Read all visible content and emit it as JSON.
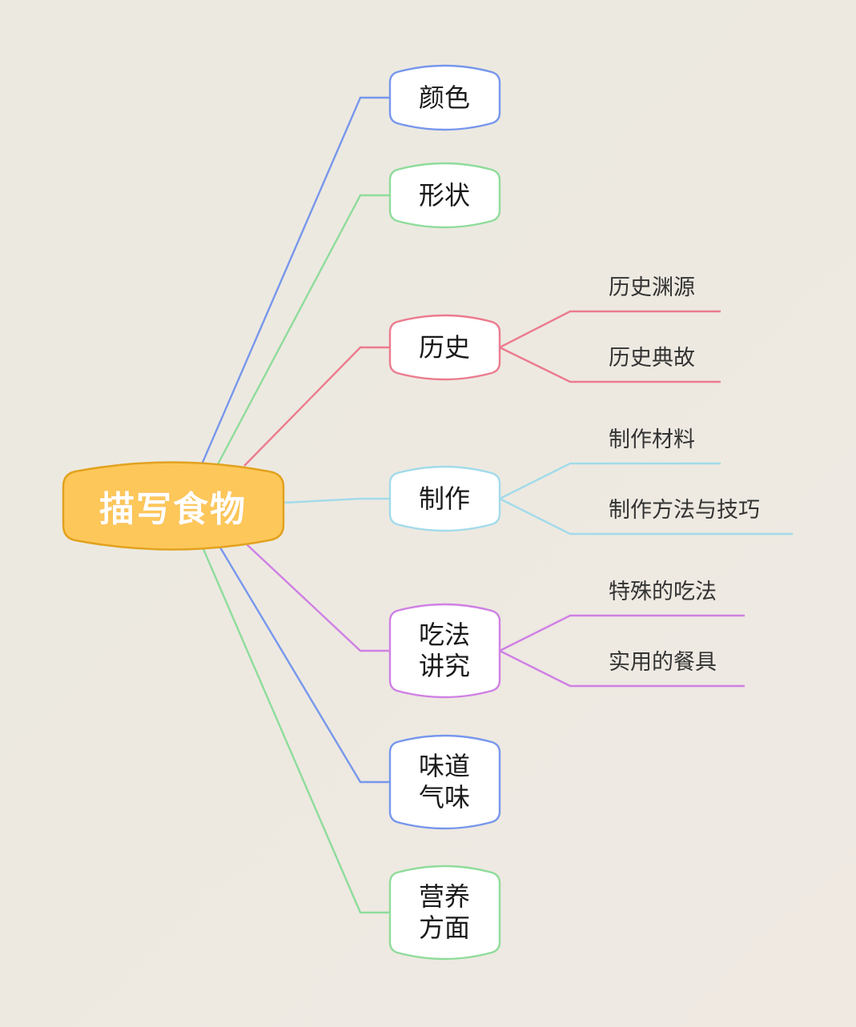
{
  "root": {
    "label": "描写食物",
    "fill": "#fec75a",
    "stroke": "#e2a21e"
  },
  "branches": [
    {
      "lines": [
        "颜色"
      ],
      "color": "#7797ec",
      "leaves": []
    },
    {
      "lines": [
        "形状"
      ],
      "color": "#8fdc9b",
      "leaves": []
    },
    {
      "lines": [
        "历史"
      ],
      "color": "#ec7b8e",
      "leaves": [
        "历史渊源",
        "历史典故"
      ]
    },
    {
      "lines": [
        "制作"
      ],
      "color": "#a2dbea",
      "leaves": [
        "制作材料",
        "制作方法与技巧"
      ]
    },
    {
      "lines": [
        "吃法",
        "讲究"
      ],
      "color": "#cf80e4",
      "leaves": [
        "特殊的吃法",
        "实用的餐具"
      ]
    },
    {
      "lines": [
        "味道",
        "气味"
      ],
      "color": "#7797ec",
      "leaves": []
    },
    {
      "lines": [
        "营养",
        "方面"
      ],
      "color": "#8fdc9b",
      "leaves": []
    }
  ]
}
